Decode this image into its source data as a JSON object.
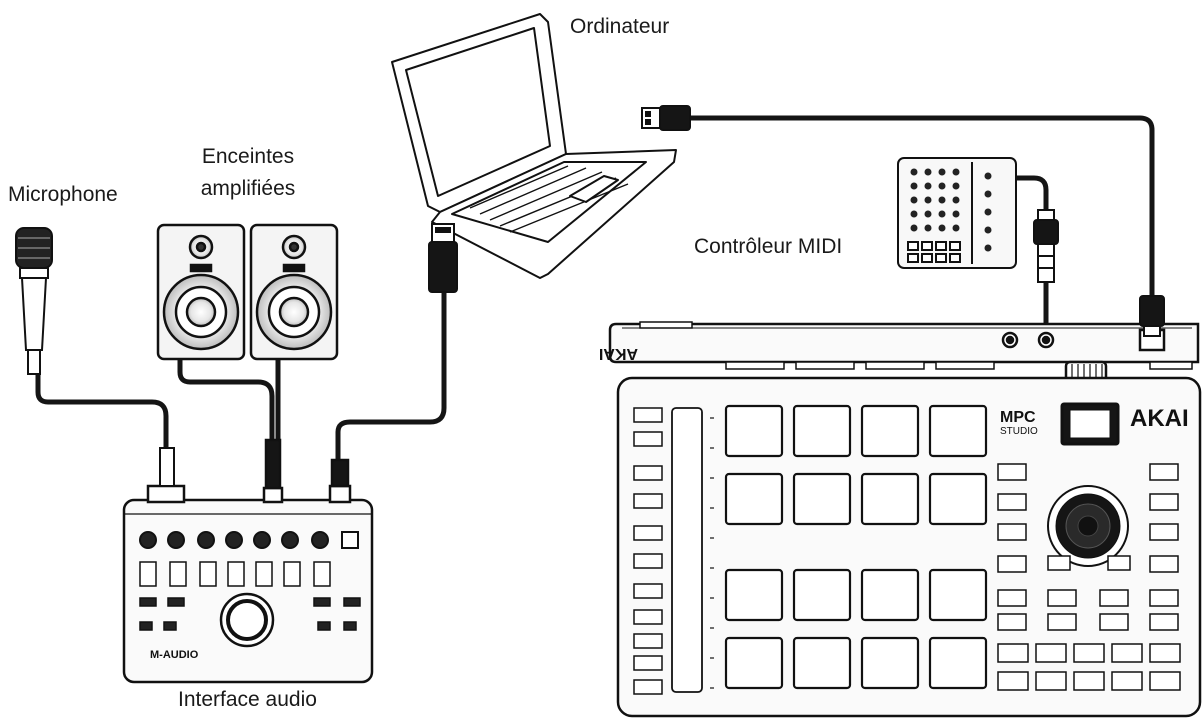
{
  "labels": {
    "microphone": "Microphone",
    "speakers_line1": "Enceintes",
    "speakers_line2": "amplifiées",
    "computer": "Ordinateur",
    "midi_controller": "Contrôleur MIDI",
    "audio_interface": "Interface audio"
  },
  "device_text": {
    "interface_brand": "M-AUDIO",
    "mpc_brand": "AKAI",
    "mpc_model_line1": "MPC",
    "mpc_model_line2": "STUDIO",
    "mpc_rear_brand": "AKAI"
  },
  "colors": {
    "ink": "#111111",
    "cable": "#151515",
    "paper": "#ffffff"
  }
}
